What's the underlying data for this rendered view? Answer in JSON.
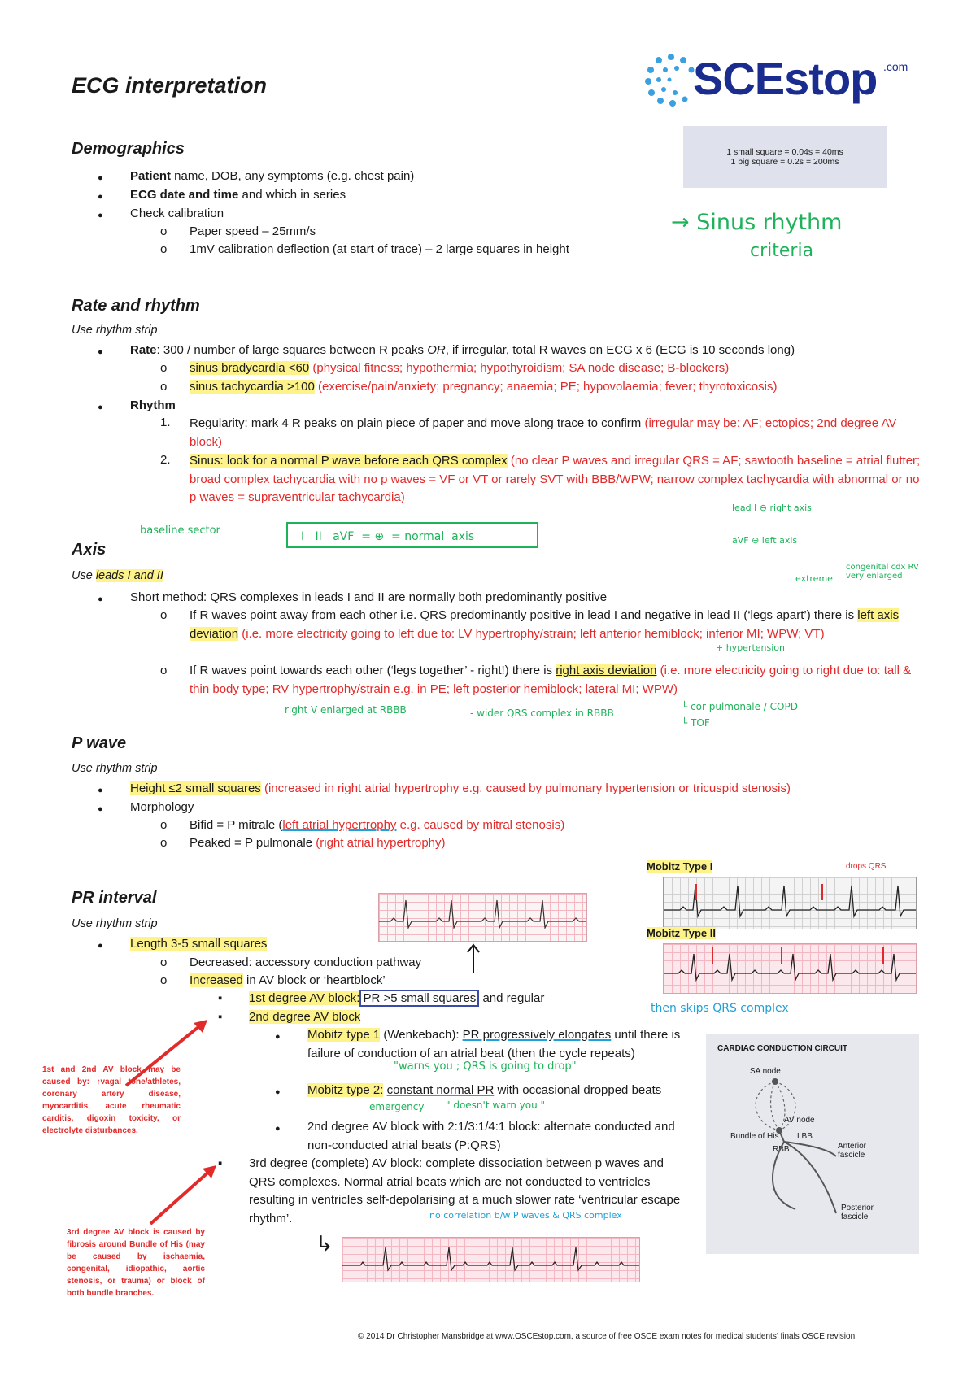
{
  "title": "ECG interpretation",
  "logo": {
    "text": "SCEstop",
    "suffix": ".com",
    "color": "#1b2c8f",
    "dot_color": "#3aa0e0"
  },
  "info_box": {
    "line1": "1 small square = 0.04s = 40ms",
    "line2": "1 big square = 0.2s = 200ms"
  },
  "demographics": {
    "heading": "Demographics",
    "b1_bold": "Patient",
    "b1_rest": " name, DOB, any symptoms (e.g. chest pain)",
    "b2_bold": "ECG date and time",
    "b2_rest": " and which in series",
    "b3": "Check calibration",
    "s1": "Paper speed – 25mm/s",
    "s2": "1mV calibration deflection (at start of trace) – 2 large squares in height"
  },
  "rate": {
    "heading": "Rate and rhythm",
    "use": "Use rhythm strip",
    "rate_bold": "Rate",
    "rate_text1": ": 300 / number of large squares between R peaks ",
    "rate_or": "OR",
    "rate_text2": ", if irregular, total R waves on ECG x 6 (ECG is 10 seconds long)",
    "brady_hl": "sinus bradycardia <60",
    "brady_red": " (physical fitness; hypothermia; hypothyroidism; SA node disease; B-blockers)",
    "tachy_hl": "sinus tachycardia >100",
    "tachy_red": " (exercise/pain/anxiety; pregnancy; anaemia; PE; hypovolaemia; fever; thyrotoxicosis)",
    "rhythm_bold": "Rhythm",
    "n1": "1.",
    "reg_text": "Regularity: mark 4 R peaks on plain piece of paper and move along trace to confirm",
    "reg_red": " (irregular may be: AF; ectopics; 2nd degree AV block)",
    "n2": "2.",
    "sinus_hl": "Sinus: look for a normal P wave before each QRS complex",
    "sinus_red": " (no clear P waves and irregular QRS = AF; sawtooth baseline = atrial flutter; broad complex tachycardia with no p waves = VF or VT  or rarely SVT with BBB/WPW; narrow complex tachycardia with abnormal or no p waves = supraventricular tachycardia)"
  },
  "axis": {
    "heading": "Axis",
    "use_pre": "Use ",
    "use_hl": "leads I and II",
    "b1": "Short method: QRS complexes in leads I and II are normally both predominantly positive",
    "c1_a": "If R waves point away from each other i.e. QRS predominantly positive in lead I and negative in lead II (‘legs apart’) there is ",
    "c1_hl": "left",
    "c1_b": " axis deviation",
    "c1_red": " (i.e. more electricity going to left due to: LV hypertrophy/strain; left anterior hemiblock; inferior MI; WPW; VT)",
    "c2_a": "If R waves point towards each other (‘legs together’ - right!) there is ",
    "c2_hl": "right axis deviation",
    "c2_red": " (i.e. more electricity going to right due to: tall & thin body type; RV hypertrophy/strain e.g. in PE; left posterior hemiblock; lateral MI; WPW)"
  },
  "pwave": {
    "heading": "P wave",
    "use": "Use rhythm strip",
    "height_hl": "Height ≤2 small squares",
    "height_red": " (increased in right atrial hypertrophy e.g. caused by pulmonary hypertension or tricuspid stenosis)",
    "morph": "Morphology",
    "bifid_a": "Bifid = P mitrale (",
    "bifid_u": "left atrial hypertrophy",
    "bifid_red": " e.g. caused by mitral stenosis)",
    "peaked_a": "Peaked = P pulmonale ",
    "peaked_red": "(right atrial hypertrophy)"
  },
  "pr": {
    "heading": "PR interval",
    "use": "Use rhythm strip",
    "len_hl": "Length 3-5 small squares",
    "dec": "Decreased: accessory conduction pathway",
    "inc_hl": "Increased",
    "inc_rest": " in AV block or ‘heartblock’",
    "first_hl": "1st degree AV block:",
    "first_box": "PR >5 small squares",
    "first_rest": " and regular",
    "second_hl": "2nd degree AV block",
    "m1_hl": "Mobitz type 1",
    "m1_a": " (Wenkebach): ",
    "m1_u": "PR progressively elongates",
    "m1_b": " until there is failure of conduction of an atrial beat (then the cycle repeats)",
    "m2_hl": "Mobitz type 2:",
    "m2_sp": " ",
    "m2_u": "constant normal PR",
    "m2_b": " with occasional dropped beats",
    "m3": "2nd degree AV block with 2:1/3:1/4:1 block: alternate conducted and non-conducted atrial beats (P:QRS)",
    "third": "3rd degree (complete) AV block: complete dissociation between p waves and QRS complexes. Normal atrial beats which are not conducted to ventricles resulting in ventricles self-depolarising at a much slower rate ‘ventricular escape rhythm’."
  },
  "notes": {
    "note1": "1st and 2nd AV block may be caused by: ↑vagal tone/athletes, coronary artery disease, myocarditis, acute rheumatic carditis, digoxin toxicity, or electrolyte disturbances.",
    "note2": "3rd degree AV block is caused by fibrosis around Bundle of His (may be caused by ischaemia, congenital, idiopathic, aortic stenosis, or trauma) or block of both bundle branches."
  },
  "conduction": {
    "title": "CARDIAC CONDUCTION CIRCUIT",
    "sa": "SA node",
    "av": "AV node",
    "his": "Bundle of His",
    "lbb": "LBB",
    "rbb": "RBB",
    "ant": "Anterior fascicle",
    "post": "Posterior fascicle"
  },
  "handwriting": {
    "sinus": "→ Sinus rhythm",
    "criteria": "criteria",
    "baseline": "baseline sector",
    "normal_axis": "I   II   aVF  = ⊕  = normal  axis",
    "right_axis": "lead I ⊖ right axis",
    "left_axis": "aVF ⊖ left axis",
    "extreme": "extreme",
    "congenital": "congenital cdx RV very enlarged",
    "hypertension": "+ hypertension",
    "right_v": "right V enlarged at RBBB",
    "wider": "- wider QRS complex in RBBB",
    "cor": "└ cor pulmonale / COPD",
    "tof": "└ TOF",
    "mobitz1": "Mobitz Type I",
    "mobitz2": "Mobitz Type II",
    "drops": "drops QRS",
    "then_skips": "then skips QRS complex",
    "warns": "\"warns you ; QRS is going to drop\"",
    "emergency": "emergency",
    "doesnt_warn": "\" doesn't warn you \"",
    "no_corr": "no correlation b/w P waves & QRS complex"
  },
  "footer": "© 2014 Dr Christopher Mansbridge at www.OSCEstop.com, a source of free OSCE exam notes for medical students’ finals OSCE revision"
}
